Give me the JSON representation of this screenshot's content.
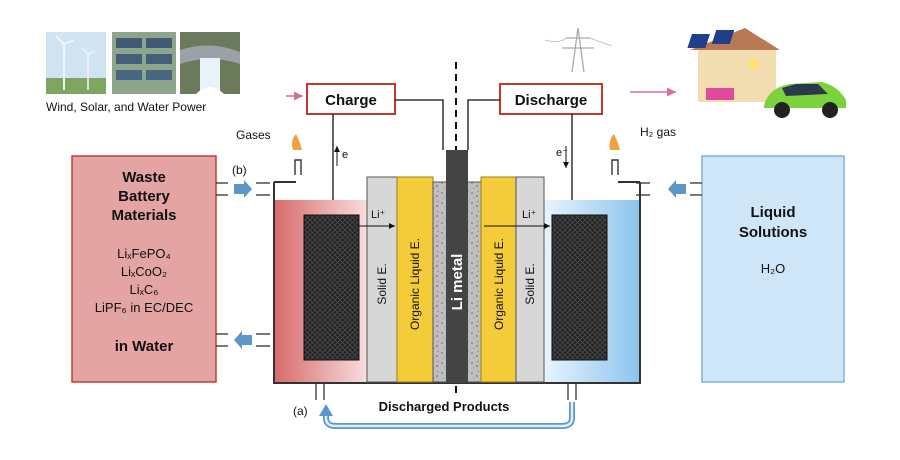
{
  "power_sources": {
    "caption": "Wind, Solar, and Water Power"
  },
  "charge": {
    "label": "Charge",
    "gas_label": "Gases",
    "electron": "e"
  },
  "discharge": {
    "label": "Discharge",
    "gas_label": "H₂ gas",
    "electron": "e⁻"
  },
  "waste": {
    "title_lines": [
      "Waste",
      "Battery",
      "Materials"
    ],
    "formulas": [
      "LiₓFePO₄",
      "LiₓCoO₂",
      "LiₓC₆",
      "LiPF₆ in EC/DEC"
    ],
    "footer": "in Water",
    "marker": "(b)"
  },
  "liquid": {
    "title_lines": [
      "Liquid",
      "Solutions"
    ],
    "formula": "H₂O"
  },
  "cell": {
    "solid_left": "Solid E.",
    "organic_left": "Organic Liquid E.",
    "center": "Li metal",
    "organic_right": "Organic Liquid E.",
    "solid_right": "Solid E.",
    "ion_left": "Li⁺",
    "ion_right": "Li⁺"
  },
  "bottom": {
    "products": "Discharged Products",
    "marker": "(a)"
  },
  "colors": {
    "waste_fill": "#e4a4a4",
    "waste_border": "#c23b3b",
    "liquid_fill": "#cfe6f8",
    "liquid_border": "#7fb3dc",
    "label_border": "#c0392b",
    "organic_fill": "#f4cc3a",
    "solid_fill": "#d7d7d7",
    "arrow_blue": "#5b97c8"
  }
}
